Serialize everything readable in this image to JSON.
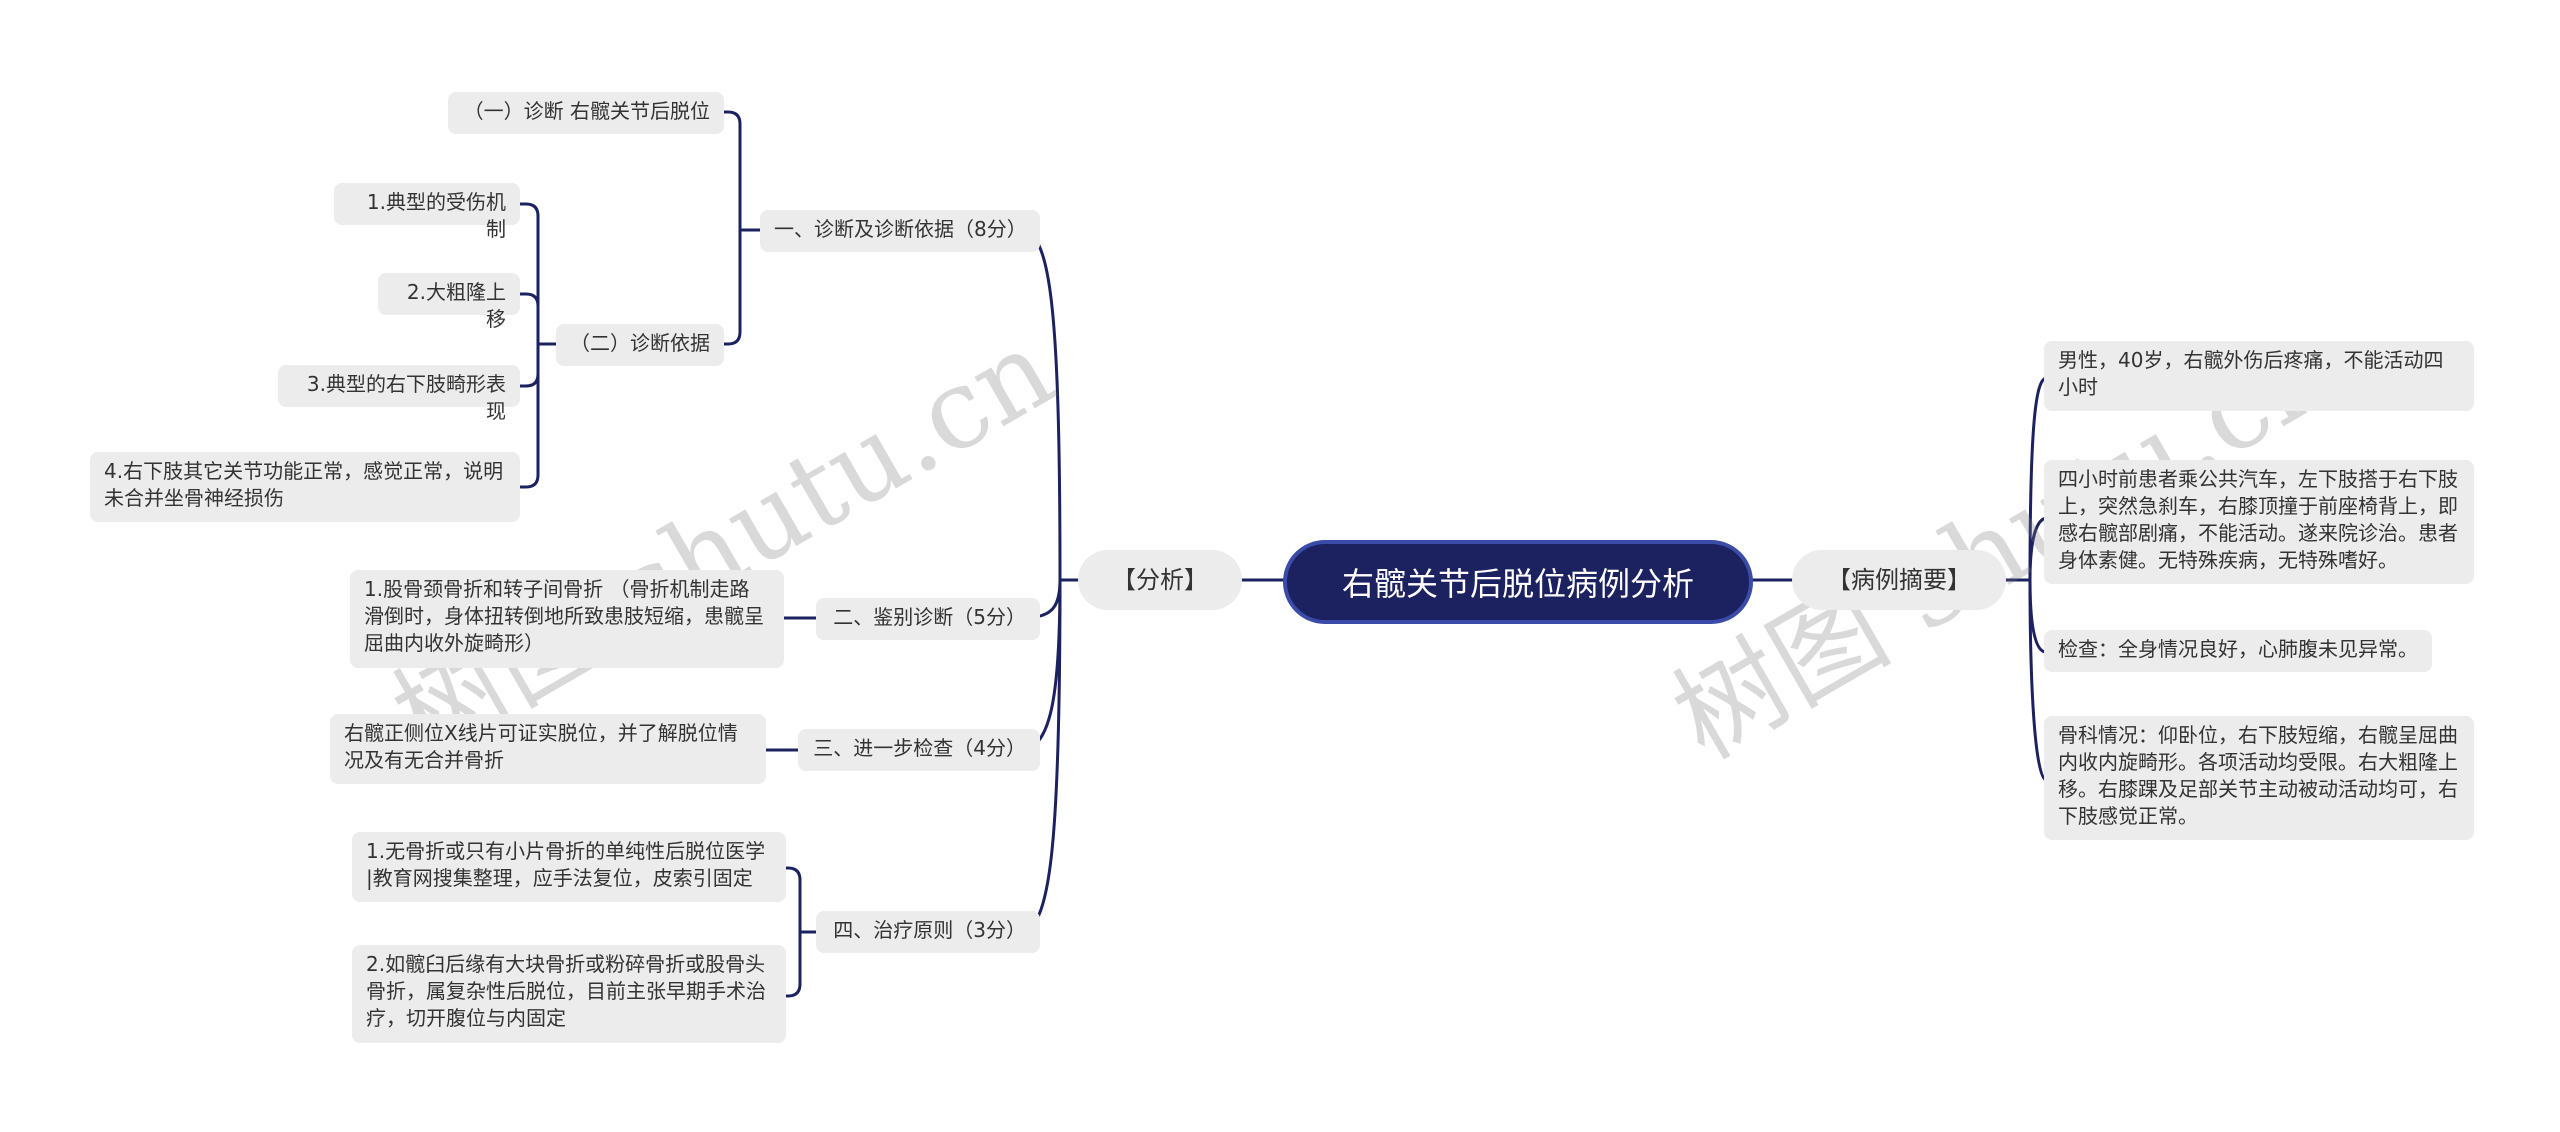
{
  "colors": {
    "accent": "#1c2160",
    "line": "#1c2160",
    "node_bg": "#ececec"
  },
  "root": {
    "label": "右髋关节后脱位病例分析"
  },
  "left": {
    "label": "【分析】",
    "diagnosis": {
      "label": "一、诊断及诊断依据（8分）",
      "diag": "（一）诊断 右髋关节后脱位",
      "basis": {
        "label": "（二）诊断依据",
        "items": [
          "1.典型的受伤机制",
          "2.大粗隆上移",
          "3.典型的右下肢畸形表现",
          "4.右下肢其它关节功能正常，感觉正常，说明\n未合并坐骨神经损伤"
        ]
      }
    },
    "differential": {
      "label": "二、鉴别诊断（5分）",
      "item": "1.股骨颈骨折和转子间骨折 （骨折机制走路\n滑倒时，身体扭转倒地所致患肢短缩，患髋呈\n屈曲内收外旋畸形）"
    },
    "exam": {
      "label": "三、进一步检查（4分）",
      "item": "右髋正侧位X线片可证实脱位，并了解脱位情\n况及有无合并骨折"
    },
    "treatment": {
      "label": "四、治疗原则（3分）",
      "items": [
        "1.无骨折或只有小片骨折的单纯性后脱位医学\n|教育网搜集整理，应手法复位，皮索引固定",
        "2.如髋臼后缘有大块骨折或粉碎骨折或股骨头\n骨折，属复杂性后脱位，目前主张早期手术治\n疗，切开腹位与内固定"
      ]
    }
  },
  "right": {
    "label": "【病例摘要】",
    "items": [
      "男性，40岁，右髋外伤后疼痛，不能活动四\n小时",
      "四小时前患者乘公共汽车，左下肢搭于右下肢\n上，突然急刹车，右膝顶撞于前座椅背上，即\n感右髋部剧痛，不能活动。遂来院诊治。患者\n身体素健。无特殊疾病，无特殊嗜好。",
      "检查：全身情况良好，心肺腹未见异常。",
      "骨科情况：仰卧位，右下肢短缩，右髋呈屈曲\n内收内旋畸形。各项活动均受限。右大粗隆上\n移。右膝踝及足部关节主动被动活动均可，右\n下肢感觉正常。"
    ]
  },
  "watermark": {
    "left": "树图 shutu.cn",
    "right": "树图 shutu.cn"
  }
}
